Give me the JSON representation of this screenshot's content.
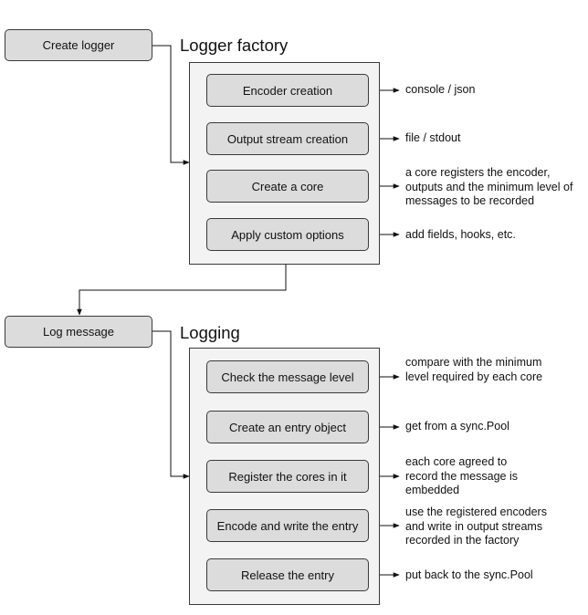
{
  "logger_factory": {
    "trigger": "Create logger",
    "title": "Logger factory",
    "steps": [
      {
        "label": "Encoder creation",
        "note": "console / json"
      },
      {
        "label": "Output stream creation",
        "note": "file / stdout"
      },
      {
        "label": "Create a core",
        "note": "a core registers the encoder, outputs and the minimum level of messages to be recorded"
      },
      {
        "label": "Apply custom options",
        "note": "add fields, hooks, etc."
      }
    ]
  },
  "logging": {
    "trigger": "Log message",
    "title": "Logging",
    "steps": [
      {
        "label": "Check the message level",
        "note": "compare with the minimum level required by each core"
      },
      {
        "label": "Create an entry object",
        "note": "get from a sync.Pool"
      },
      {
        "label": "Register the cores in it",
        "note": "each core agreed to record the message is embedded"
      },
      {
        "label": "Encode and write the entry",
        "note": "use the registered encoders and write in output streams recorded in the factory"
      },
      {
        "label": "Release the entry",
        "note": "put back to the sync.Pool"
      }
    ]
  }
}
